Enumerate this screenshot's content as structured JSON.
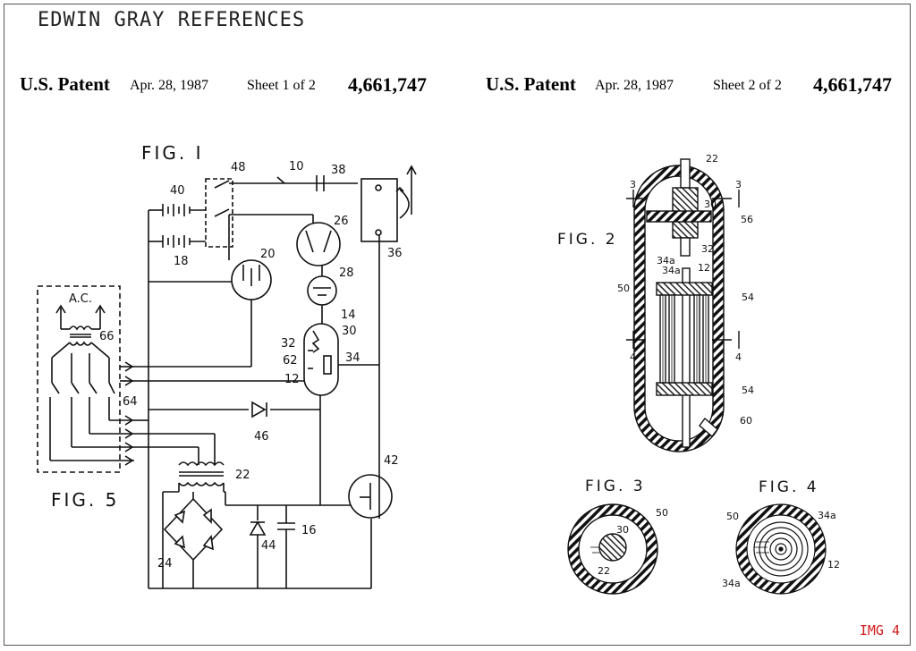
{
  "title": "EDWIN GRAY REFERENCES",
  "sheet1": {
    "patent": "U.S. Patent",
    "date": "Apr. 28, 1987",
    "sheet": "Sheet 1 of 2",
    "number": "4,661,747"
  },
  "sheet2": {
    "patent": "U.S. Patent",
    "date": "Apr. 28, 1987",
    "sheet": "Sheet 2 of 2",
    "number": "4,661,747"
  },
  "figures": {
    "fig1": "FIG. I",
    "fig2": "FIG. 2",
    "fig3": "FIG. 3",
    "fig4": "FIG. 4",
    "fig5": "FIG. 5"
  },
  "ac_label": "A.C.",
  "refs": {
    "r10": "10",
    "r12": "12",
    "r14": "14",
    "r16": "16",
    "r18": "18",
    "r20": "20",
    "r22": "22",
    "r24": "24",
    "r26": "26",
    "r28": "28",
    "r30": "30",
    "r32": "32",
    "r34": "34",
    "r36": "36",
    "r38": "38",
    "r40": "40",
    "r42": "42",
    "r44": "44",
    "r46": "46",
    "r48": "48",
    "r50": "50",
    "r54": "54",
    "r56": "56",
    "r60": "60",
    "r62": "62",
    "r64": "64",
    "r66": "66",
    "r3": "3",
    "r4": "4",
    "r34a": "34a"
  },
  "image_label": "IMG 4"
}
